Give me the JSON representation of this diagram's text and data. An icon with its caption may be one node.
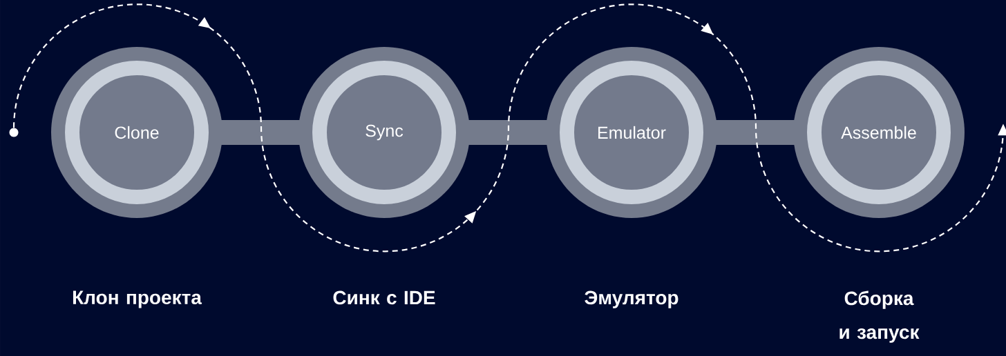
{
  "diagram": {
    "nodes": [
      {
        "text": [],
        "shape": "circle"
      },
      {
        "text": [
          "Clone"
        ],
        "beside": [
          "Клон проекта"
        ]
      },
      {
        "text": [
          "Sync"
        ],
        "beside": [
          "Синк с IDE"
        ]
      },
      {
        "text": [
          "Emulator"
        ],
        "beside": [
          "Эмулятор"
        ]
      },
      {
        "text": [
          "Assemble"
        ],
        "beside": [
          "Сборка и запуск"
        ]
      }
    ],
    "edges": [
      {
        "from": 1,
        "to": 2,
        "arrow": "none"
      },
      {
        "from": 2,
        "to": 3,
        "arrow": "none"
      },
      {
        "from": 3,
        "to": 4,
        "arrow": "none"
      },
      {
        "from": 0,
        "to": null,
        "arrow": "to",
        "style": "dashed",
        "color": "#ffffff"
      }
    ]
  }
}
